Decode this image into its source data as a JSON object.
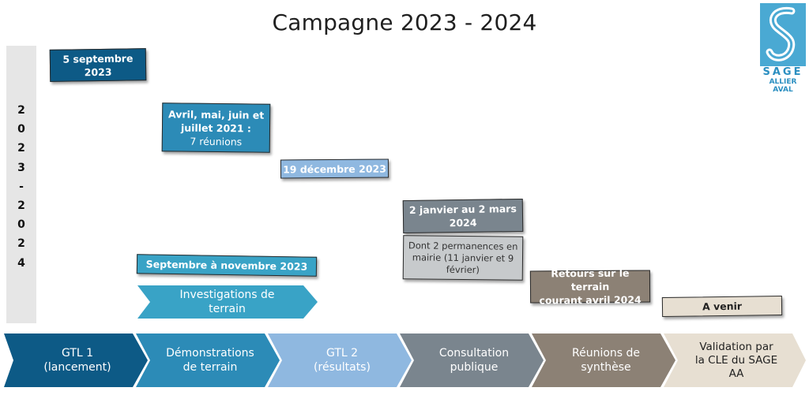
{
  "title": "Campagne 2023 - 2024",
  "year_label_chars": [
    "2",
    "0",
    "2",
    "3",
    "-",
    "2",
    "0",
    "2",
    "4"
  ],
  "logo": {
    "line1": "SAGE",
    "line2": "ALLIER AVAL"
  },
  "colors": {
    "navy": "#0d5a86",
    "blue": "#2c8bb7",
    "light_blue": "#8fb8e0",
    "slate": "#7a858e",
    "taupe": "#8c8175",
    "beige": "#e7dfd2"
  },
  "boxes": {
    "kickoff_date": {
      "line1": "5 septembre",
      "line2": "2023"
    },
    "demo_meetings": {
      "line1": "Avril, mai, juin et",
      "line2": "juillet 2021 :",
      "line3": "7 réunions"
    },
    "gtl2_date": "19 décembre 2023",
    "consultation_dates": {
      "line1": "2 janvier au 2 mars",
      "line2": "2024"
    },
    "consultation_note": {
      "line1": "Dont 2 permanences en",
      "line2": "mairie (11 janvier et 9",
      "line3": "février)"
    },
    "field_period": "Septembre à novembre 2023",
    "field_investigations": {
      "line1": "Investigations de",
      "line2": "terrain"
    },
    "field_returns": {
      "line1": "Retours sur le terrain",
      "line2": "courant avril 2024"
    },
    "upcoming": "A venir"
  },
  "phases": [
    {
      "line1": "GTL 1",
      "line2": "(lancement)",
      "line3": ""
    },
    {
      "line1": "Démonstrations",
      "line2": "de terrain",
      "line3": ""
    },
    {
      "line1": "GTL 2",
      "line2": "(résultats)",
      "line3": ""
    },
    {
      "line1": "Consultation",
      "line2": "publique",
      "line3": ""
    },
    {
      "line1": "Réunions de",
      "line2": "synthèse",
      "line3": ""
    },
    {
      "line1": "Validation par",
      "line2": "la CLE du SAGE",
      "line3": "AA"
    }
  ]
}
